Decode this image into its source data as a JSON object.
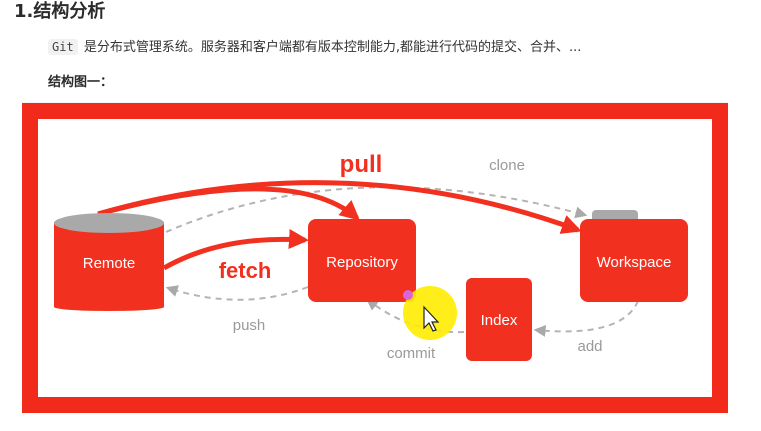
{
  "section": {
    "title": "1.结构分析"
  },
  "intro": {
    "code": "Git",
    "text": "是分布式管理系统。服务器和客户端都有版本控制能力,都能进行代码的提交、合并、..."
  },
  "caption": "结构图一：",
  "diagram": {
    "nodes": {
      "remote": "Remote",
      "repository": "Repository",
      "workspace": "Workspace",
      "index": "Index"
    },
    "edges": {
      "pull": "pull",
      "fetch": "fetch",
      "clone": "clone",
      "push": "push",
      "commit": "commit",
      "add": "add"
    }
  },
  "colors": {
    "accent": "#f2301f",
    "frame": "#f22a1c",
    "dashed": "#b4b4b4",
    "cursor_highlight": "#ffec00"
  },
  "cursor": "pointer-cursor-icon"
}
